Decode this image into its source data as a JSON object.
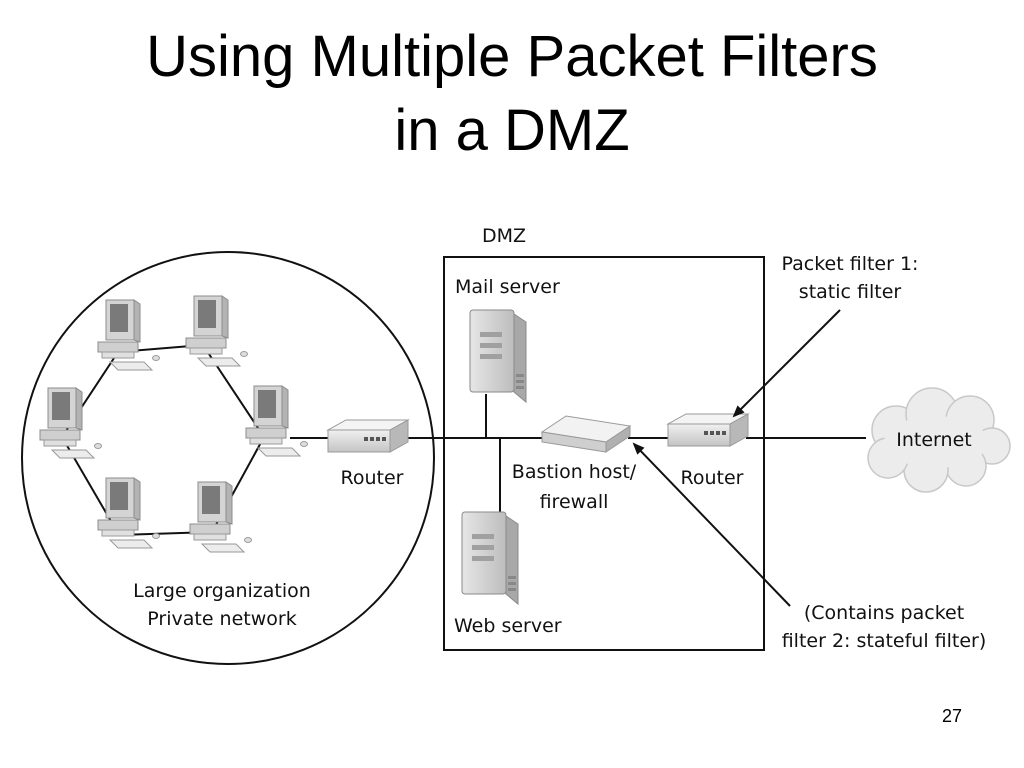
{
  "slide": {
    "title_line1": "Using Multiple Packet Filters",
    "title_line2": "in a DMZ",
    "page_number": "27"
  },
  "diagram": {
    "dmz_label": "DMZ",
    "mail_server_label": "Mail server",
    "web_server_label": "Web server",
    "bastion_label_line1": "Bastion host/",
    "bastion_label_line2": "firewall",
    "router_left_label": "Router",
    "router_right_label": "Router",
    "internet_label": "Internet",
    "packet_filter1_line1": "Packet filter 1:",
    "packet_filter1_line2": "static filter",
    "packet_filter2_line1": "(Contains packet",
    "packet_filter2_line2": "filter 2: stateful filter)",
    "network_label_line1": "Large organization",
    "network_label_line2": "Private network"
  }
}
